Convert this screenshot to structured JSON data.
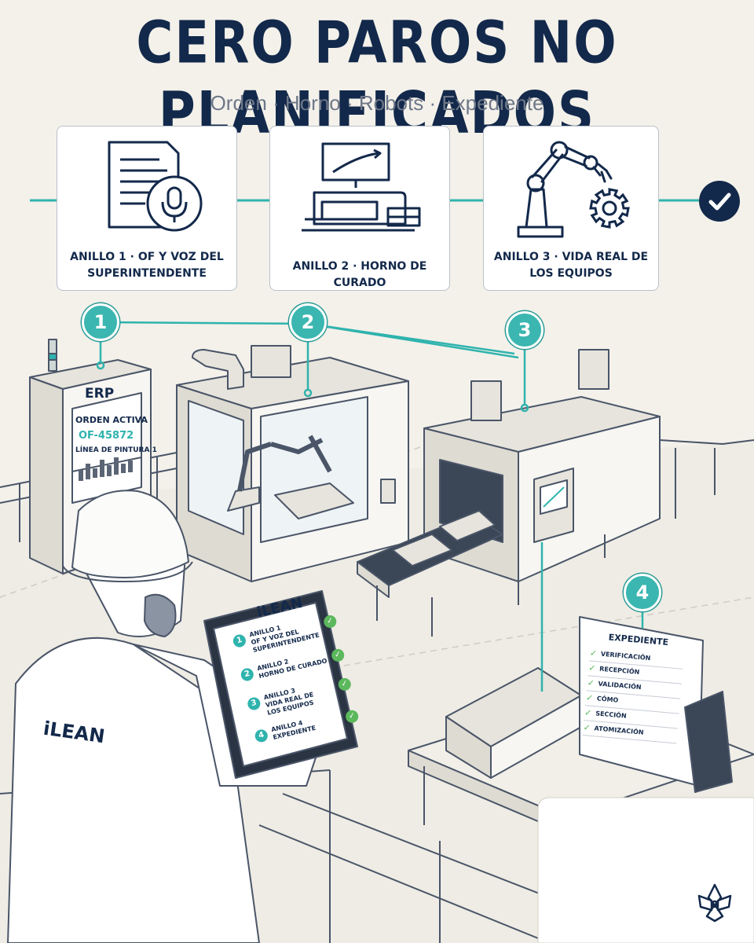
{
  "title": "CERO PAROS NO PLANIFICADOS",
  "subtitle": "Orden · Horno · Robots · Expediente",
  "rings": [
    {
      "label": "ANILLO 1 · OF Y VOZ DEL SUPERINTENDENTE",
      "icon": "document-microphone-icon"
    },
    {
      "label": "ANILLO 2 · HORNO DE CURADO",
      "icon": "curing-oven-icon"
    },
    {
      "label": "ANILLO 3 · VIDA REAL DE LOS EQUIPOS",
      "icon": "robot-arm-gear-icon"
    }
  ],
  "markers": [
    "1",
    "2",
    "3",
    "4"
  ],
  "erp": {
    "title": "ERP",
    "order_label": "ORDEN ACTIVA",
    "order_id": "OF-45872",
    "line": "LÍNEA DE PINTURA 1"
  },
  "tablet": {
    "brand": "iLEAN",
    "items": [
      {
        "num": "1",
        "lines": [
          "ANILLO 1",
          "OF Y VOZ DEL",
          "SUPERINTENDENTE"
        ]
      },
      {
        "num": "2",
        "lines": [
          "ANILLO 2",
          "HORNO DE CURADO"
        ]
      },
      {
        "num": "3",
        "lines": [
          "ANILLO 3",
          "VIDA REAL DE",
          "LOS EQUIPOS"
        ]
      },
      {
        "num": "4",
        "lines": [
          "ANILLO 4",
          "EXPEDIENTE"
        ]
      }
    ]
  },
  "worker_brand": "iLEAN",
  "expediente": {
    "title": "EXPEDIENTE",
    "items": [
      "VERIFICACIÓN",
      "RECEPCIÓN",
      "VALIDACIÓN",
      "CÓMO",
      "SECCIÓN",
      "ATOMIZACIÓN"
    ]
  },
  "colors": {
    "navy": "#13294b",
    "teal": "#2fb3ad",
    "check_green": "#5cb85c",
    "background": "#f3f1ea"
  }
}
